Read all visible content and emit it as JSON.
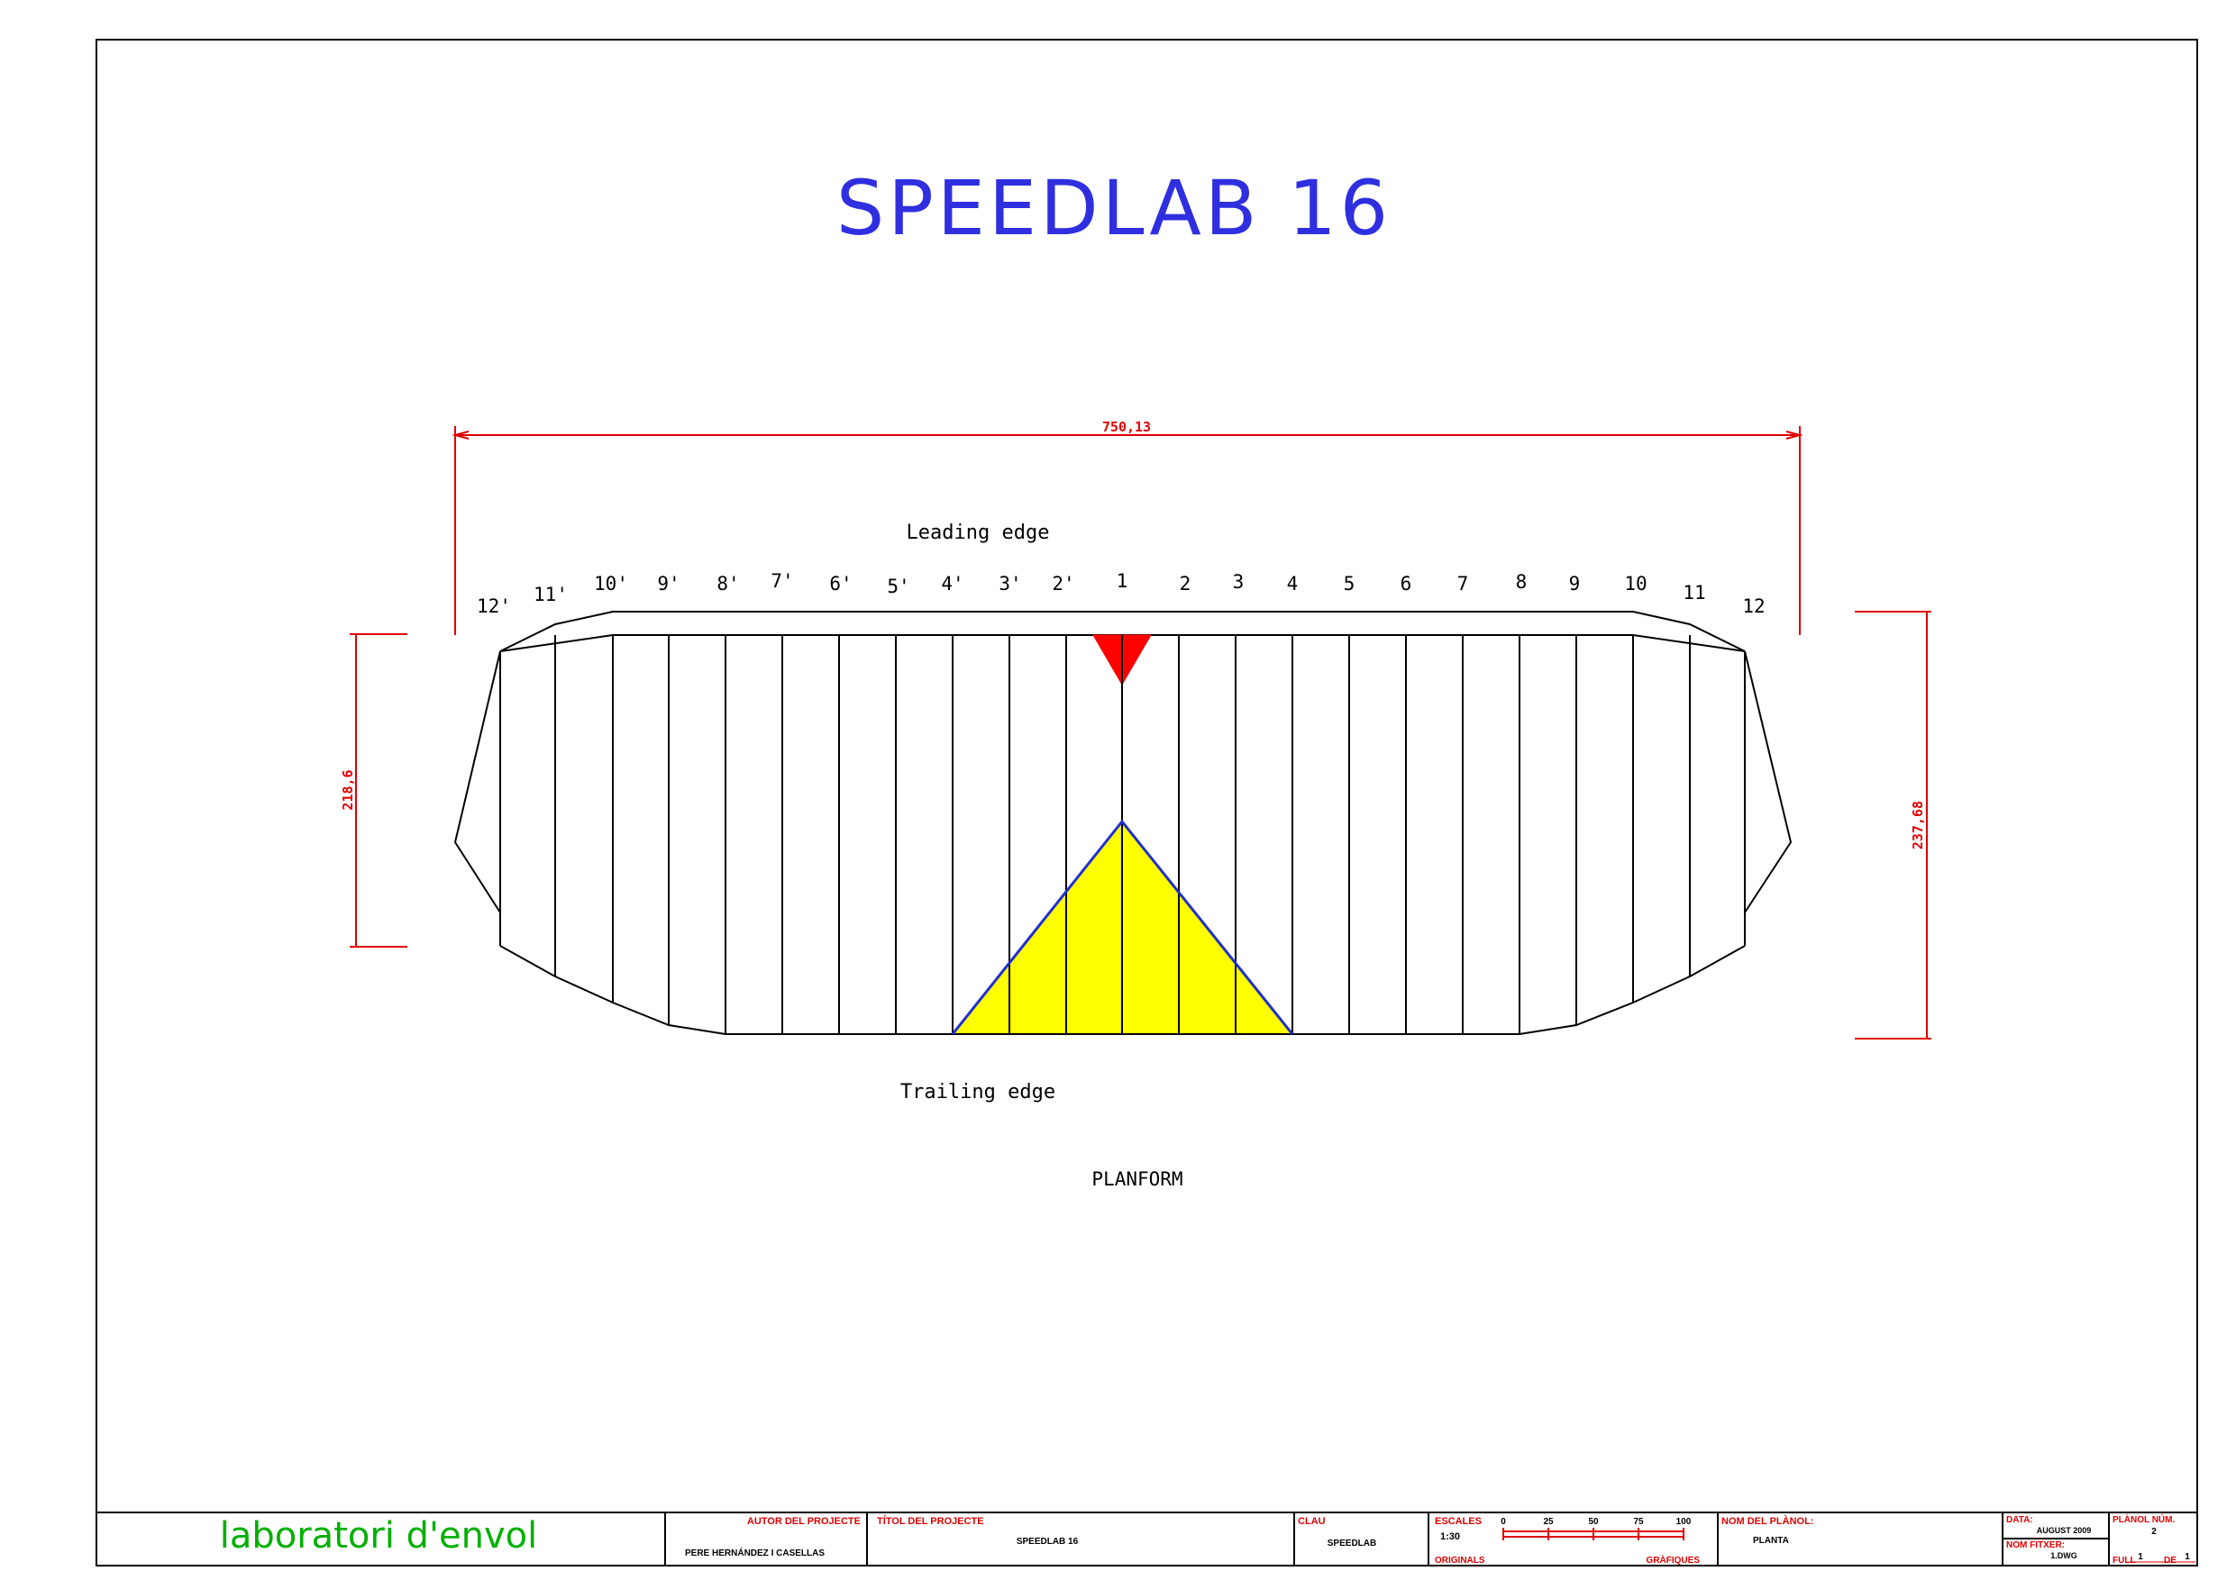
{
  "title": "SPEEDLAB 16",
  "dimensions": {
    "span": "750,13",
    "left_height": "218,6",
    "right_height": "237,68"
  },
  "edges": {
    "leading": "Leading edge",
    "trailing": "Trailing edge"
  },
  "rib_labels": [
    "12'",
    "11'",
    "10'",
    "9'",
    "8'",
    "7'",
    "6'",
    "5'",
    "4'",
    "3'",
    "2'",
    "1",
    "2",
    "3",
    "4",
    "5",
    "6",
    "7",
    "8",
    "9",
    "10",
    "11",
    "12"
  ],
  "view_label": "PLANFORM",
  "title_block": {
    "logo_text": "laboratori d'envol",
    "author_header": "AUTOR DEL PROJECTE",
    "author": "PERE HERNÁNDEZ I CASELLAS",
    "project_header": "TÍTOL DEL PROJECTE",
    "project": "SPEEDLAB 16",
    "key_header": "CLAU",
    "key": "SPEEDLAB",
    "scales_header": "ESCALES",
    "scale": "1:30",
    "originals": "ORIGINALS",
    "graphics": "GRÀFIQUES",
    "scale_ticks": [
      "0",
      "25",
      "50",
      "75",
      "100"
    ],
    "plan_name_header": "NOM DEL PLÀNOL:",
    "plan_name": "PLANTA",
    "date_header": "DATA:",
    "date": "AUGUST 2009",
    "file_header": "NOM FITXER:",
    "file": "1.DWG",
    "plan_num_header": "PLÀNOL NÚM.",
    "plan_num": "2",
    "sheet_word": "FULL",
    "sheet_num": "1",
    "sheet_of": "DE",
    "sheet_total": "1"
  },
  "colors": {
    "title": "#2f2fe0",
    "dimension": "#e00000",
    "outline": "#000000",
    "highlight_fill": "#ffff00",
    "highlight_stroke": "#1f2fd0",
    "marker": "#ff0000",
    "logo": "#00b000"
  }
}
